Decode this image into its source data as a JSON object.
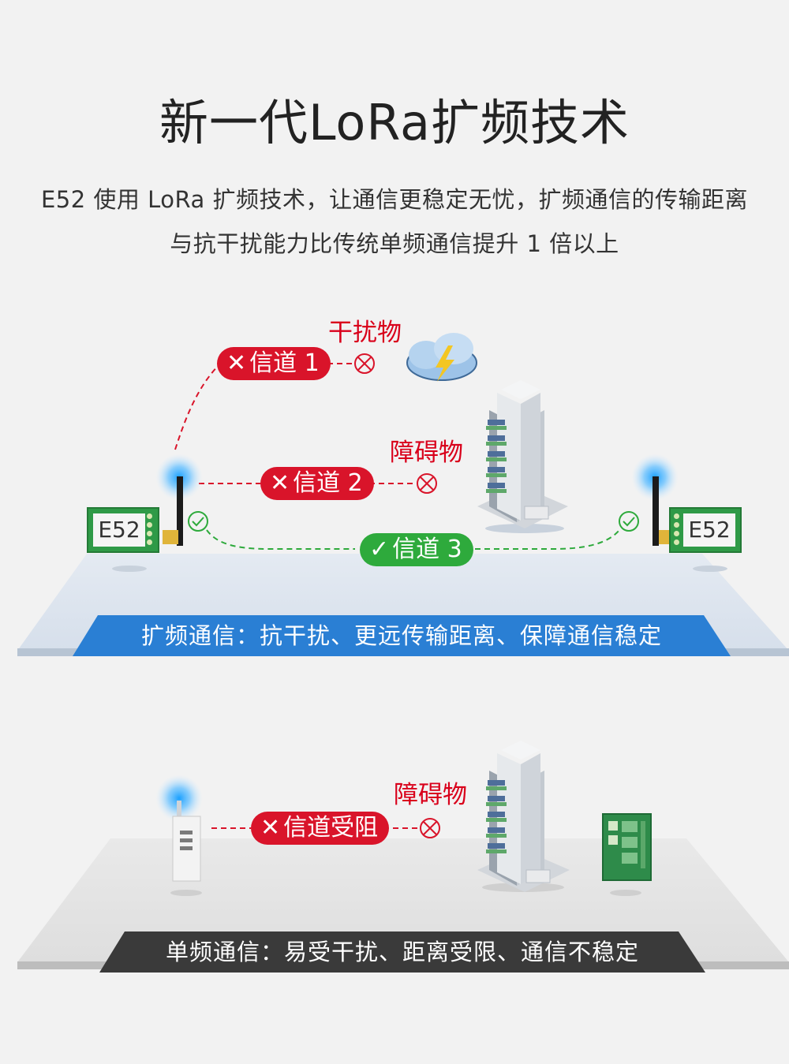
{
  "header": {
    "title": "新一代LoRa扩频技术",
    "subtitle_line1": "E52 使用 LoRa 扩频技术，让通信更稳定无忧，扩频通信的传输距离",
    "subtitle_line2": "与抗干扰能力比传统单频通信提升 1 倍以上"
  },
  "spread_scene": {
    "interference_label": "干扰物",
    "obstacle_label": "障碍物",
    "channel1": "信道 1",
    "channel2": "信道 2",
    "channel3": "信道 3",
    "module_left": "E52",
    "module_right": "E52",
    "banner": "扩频通信：抗干扰、更远传输距离、保障通信稳定"
  },
  "single_scene": {
    "obstacle_label": "障碍物",
    "channel_blocked": "信道受阻",
    "banner": "单频通信：易受干扰、距离受限、通信不稳定"
  },
  "colors": {
    "red": "#d9142a",
    "green": "#2eaa3c",
    "blue_banner": "#2a7fd4",
    "dark_banner": "#3a3a3a"
  },
  "icons": [
    "cloud-lightning-icon",
    "building-icon",
    "signal-icon",
    "x-icon",
    "check-icon",
    "blocked-circle-icon",
    "check-circle-icon"
  ]
}
